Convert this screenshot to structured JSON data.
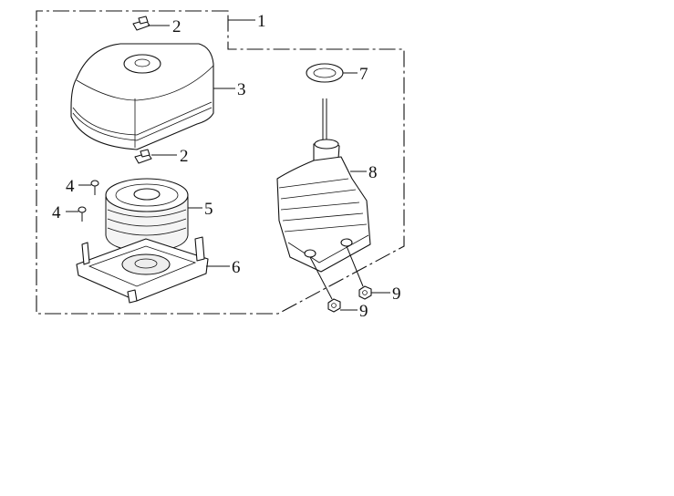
{
  "callouts": {
    "assembly": "1",
    "clip_top": "2",
    "cover": "3",
    "bolt_upper": "4",
    "bolt_lower": "4",
    "clip_mid": "2",
    "element": "5",
    "base": "6",
    "gasket": "7",
    "elbow": "8",
    "nut_right": "9",
    "nut_left": "9"
  }
}
